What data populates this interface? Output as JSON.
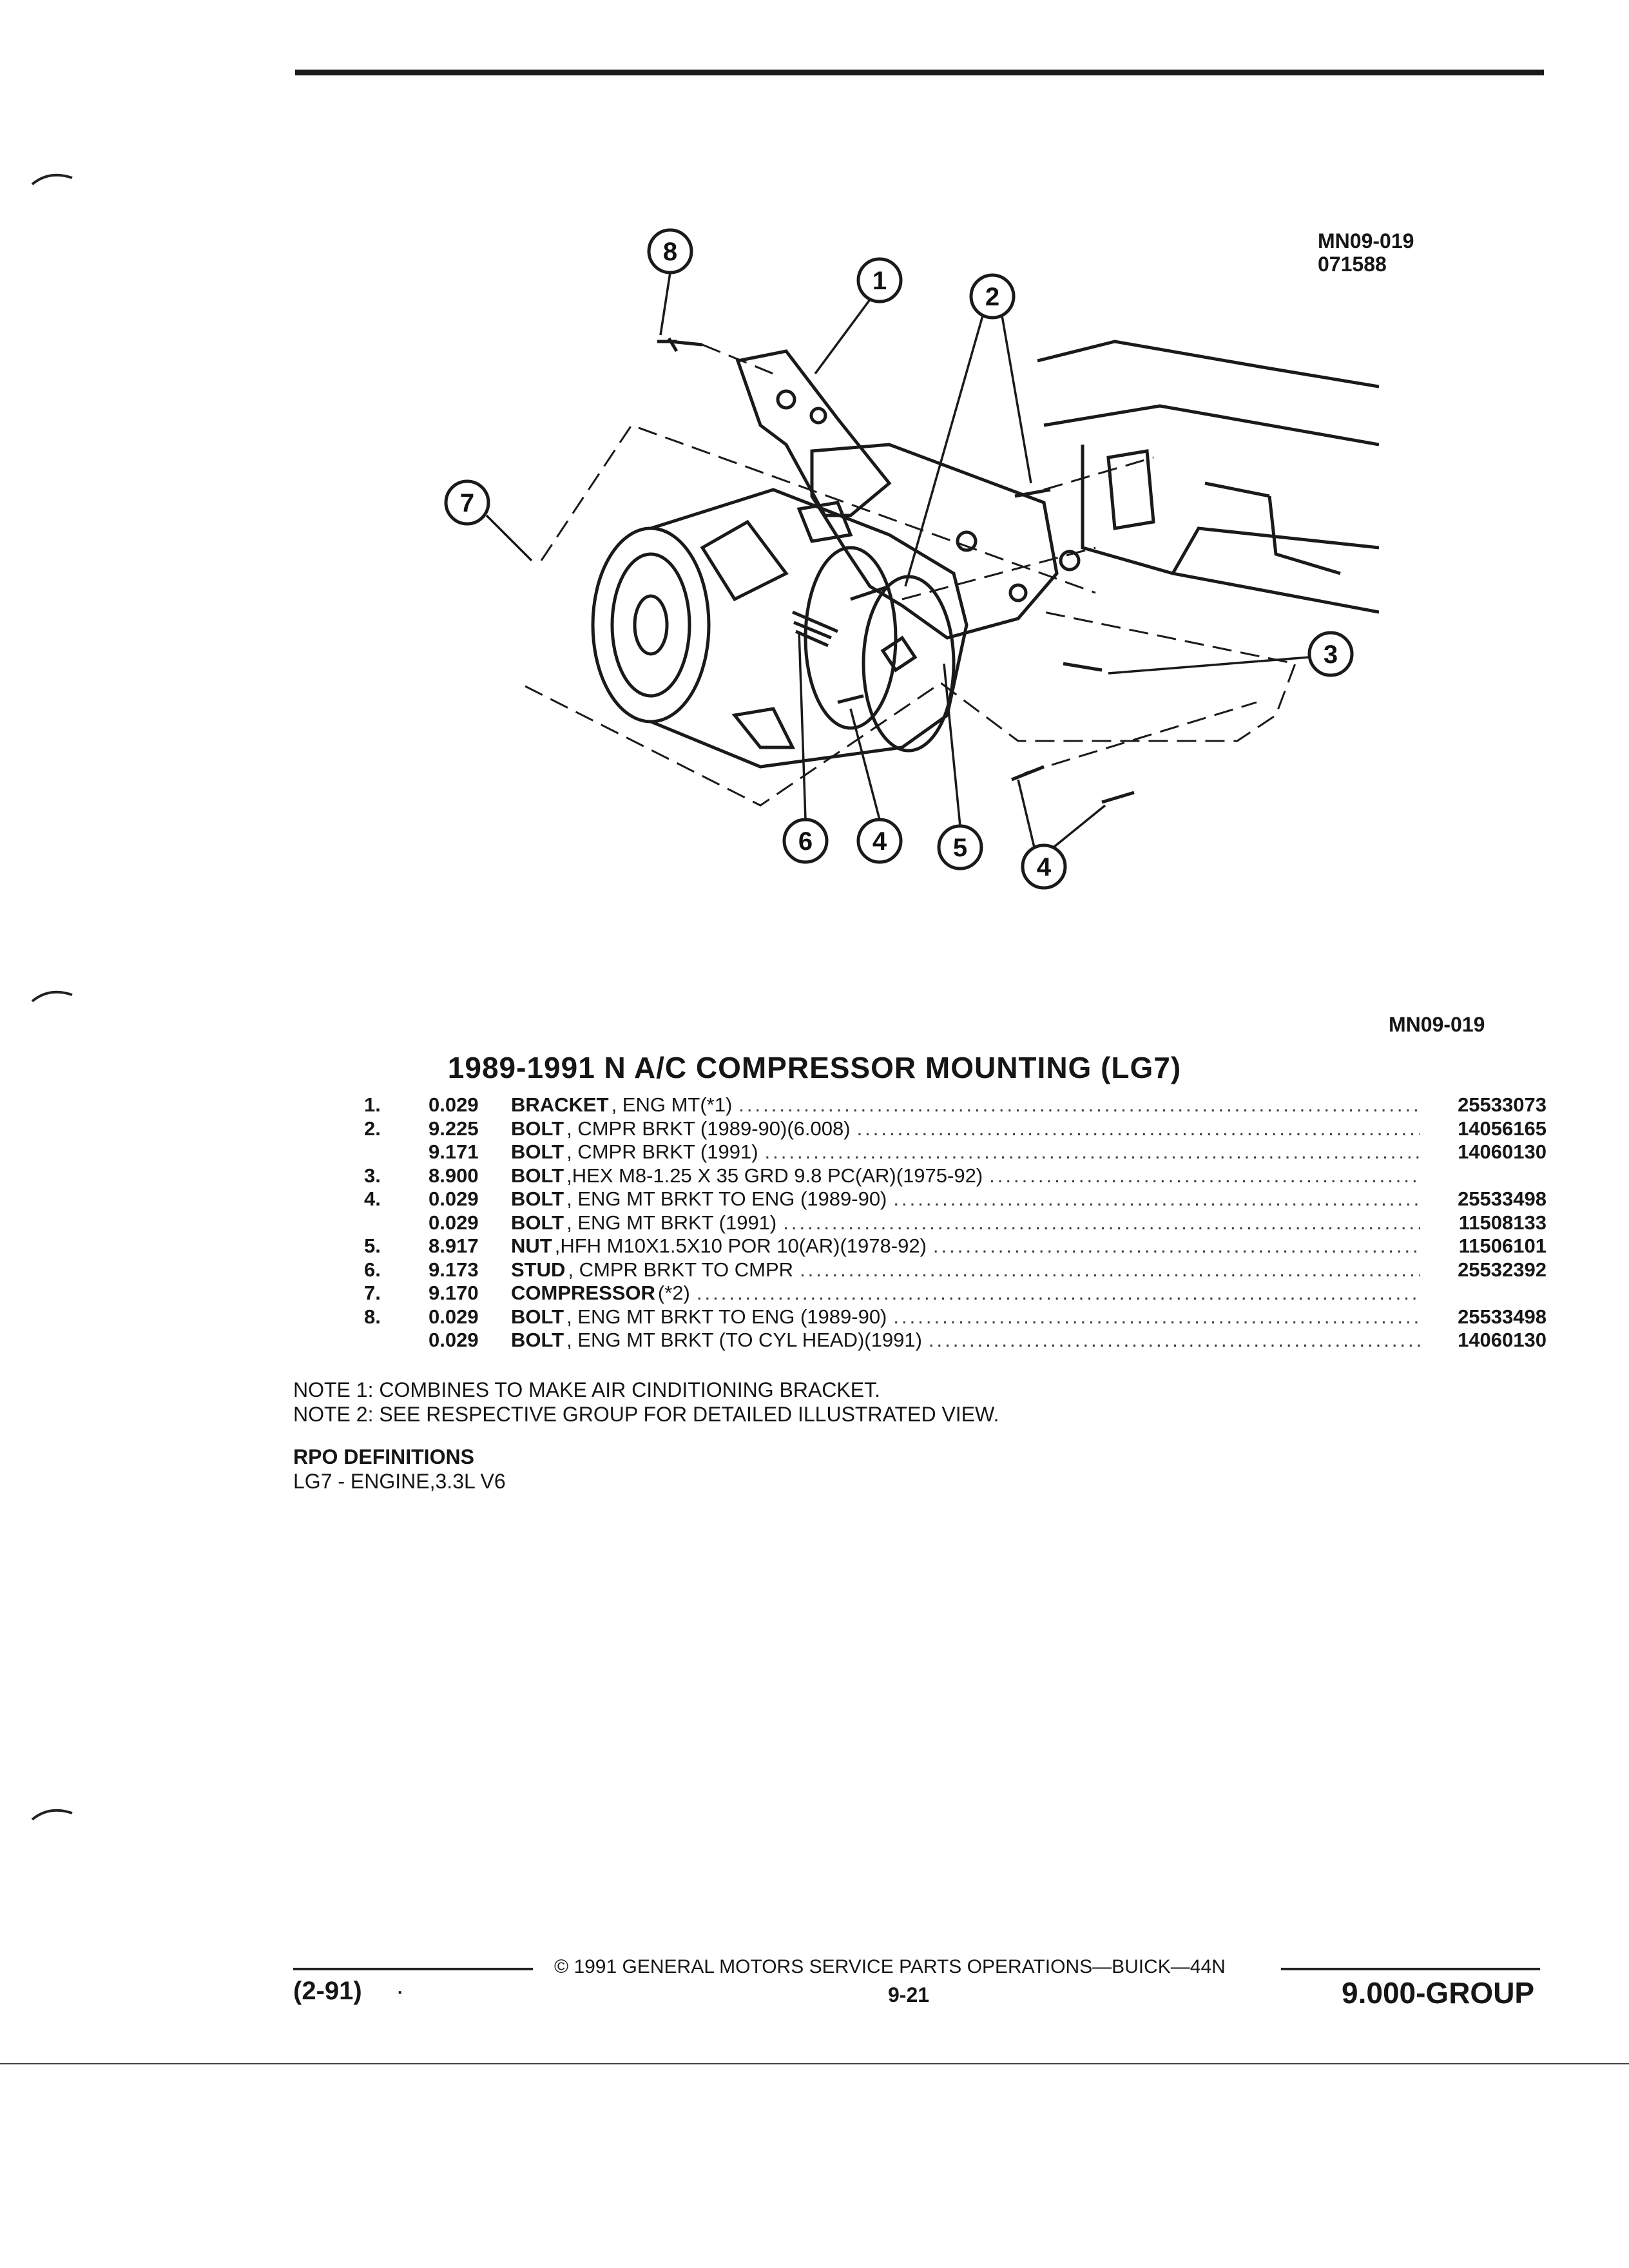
{
  "figure_code_top": [
    "MN09-019",
    "071588"
  ],
  "figure_code_bottom": "MN09-019",
  "callouts": [
    "8",
    "1",
    "2",
    "7",
    "3",
    "6",
    "4",
    "5",
    "4"
  ],
  "title": "1989-1991 N A/C COMPRESSOR MOUNTING (LG7)",
  "parts": [
    {
      "num": "1.",
      "code": "0.029",
      "name": "BRACKET",
      "desc": ", ENG MT(*1)",
      "part_no": "25533073"
    },
    {
      "num": "2.",
      "code": "9.225",
      "name": "BOLT",
      "desc": ", CMPR BRKT (1989-90)(6.008)",
      "part_no": "14056165"
    },
    {
      "num": "",
      "code": "9.171",
      "name": "BOLT",
      "desc": ", CMPR BRKT (1991)",
      "part_no": "14060130"
    },
    {
      "num": "3.",
      "code": "8.900",
      "name": "BOLT",
      "desc": ",HEX M8-1.25 X 35 GRD 9.8 PC(AR)(1975-92)",
      "part_no": ""
    },
    {
      "num": "4.",
      "code": "0.029",
      "name": "BOLT",
      "desc": ", ENG MT BRKT TO ENG (1989-90)",
      "part_no": "25533498"
    },
    {
      "num": "",
      "code": "0.029",
      "name": "BOLT",
      "desc": ", ENG MT BRKT (1991)",
      "part_no": "11508133"
    },
    {
      "num": "5.",
      "code": "8.917",
      "name": "NUT",
      "desc": ",HFH M10X1.5X10 POR 10(AR)(1978-92)",
      "part_no": "11506101"
    },
    {
      "num": "6.",
      "code": "9.173",
      "name": "STUD",
      "desc": ", CMPR BRKT TO CMPR",
      "part_no": "25532392"
    },
    {
      "num": "7.",
      "code": "9.170",
      "name": "COMPRESSOR",
      "desc": "(*2)",
      "part_no": ""
    },
    {
      "num": "8.",
      "code": "0.029",
      "name": "BOLT",
      "desc": ", ENG MT BRKT TO ENG (1989-90)",
      "part_no": "25533498"
    },
    {
      "num": "",
      "code": "0.029",
      "name": "BOLT",
      "desc": ", ENG MT BRKT (TO CYL HEAD)(1991)",
      "part_no": "14060130"
    }
  ],
  "notes": [
    "NOTE  1:  COMBINES TO MAKE AIR CINDITIONING BRACKET.",
    "NOTE  2:  SEE RESPECTIVE GROUP FOR DETAILED ILLUSTRATED VIEW."
  ],
  "rpo": {
    "heading": "RPO DEFINITIONS",
    "items": [
      "LG7 - ENGINE,3.3L V6"
    ]
  },
  "footer": {
    "copyright": "©  1991  GENERAL MOTORS SERVICE PARTS OPERATIONS—BUICK—44N",
    "page": "9-21",
    "date_code": "(2-91)",
    "dot": "·",
    "group": "9.000-GROUP"
  }
}
